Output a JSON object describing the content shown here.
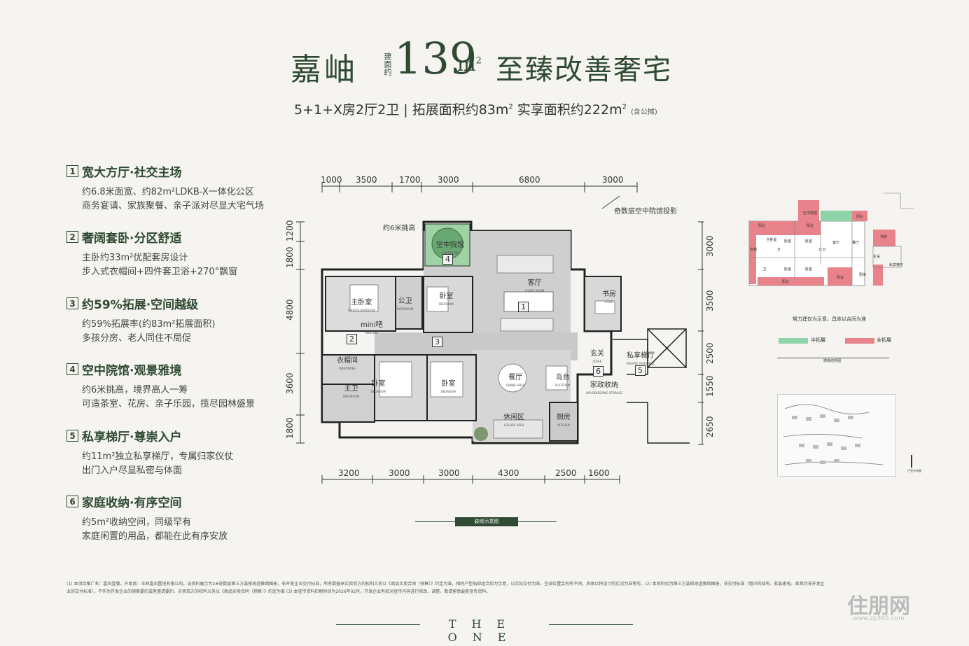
{
  "header": {
    "name": "嘉岫",
    "area_label": "建面约",
    "area_value": "139",
    "area_unit": "m",
    "unit_sup": "2",
    "slogan": "至臻改善奢宅",
    "subtitle_part1": "5+1+X房2厅2卫 | 拓展面积约83m",
    "subtitle_part2": " 实享面积约222m",
    "subtitle_note": "(含公摊)"
  },
  "features": [
    {
      "num": "1",
      "title": "宽大方厅·社交主场",
      "lines": [
        "约6.8米面宽、约82m²LDKB-X一体化公区",
        "商务宴请、家族聚餐、亲子派对尽显大宅气场"
      ]
    },
    {
      "num": "2",
      "title": "奢阔套卧·分区舒适",
      "lines": [
        "主卧约33m²优配套房设计",
        "步入式衣帽间+四件套卫浴+270°飘窗"
      ]
    },
    {
      "num": "3",
      "title": "约59%拓展·空间越级",
      "lines": [
        "约59%拓展率(约83m²拓展面积)",
        "多孩分房、老人同住不局促"
      ]
    },
    {
      "num": "4",
      "title": "空中院馆·观景雅境",
      "lines": [
        "约6米挑高，境界高人一筹",
        "可造茶室、花房、亲子乐园，揽尽园林盛景"
      ]
    },
    {
      "num": "5",
      "title": "私享梯厅·尊崇入户",
      "lines": [
        "约11m²独立私享梯厅，专属归家仪仗",
        "出门入户尽显私密与体面"
      ]
    },
    {
      "num": "6",
      "title": "家庭收纳·有序空间",
      "lines": [
        "约5m²收纳空间，同级罕有",
        "家庭闲置的用品，都能在此有序安放"
      ]
    }
  ],
  "plan": {
    "top_dims": [
      "1000",
      "3500",
      "1700",
      "3000",
      "6800",
      "3000"
    ],
    "bottom_dims": [
      "3200",
      "3000",
      "3000",
      "4300",
      "2500",
      "1600"
    ],
    "left_dims": [
      "1200",
      "1800",
      "4800",
      "3600",
      "1800"
    ],
    "right_dims": [
      "3000",
      "3500",
      "2500",
      "1550",
      "2650"
    ],
    "note_height": "约6米挑高",
    "note_projection": "奇数层空中院馆投影",
    "rooms": [
      {
        "zh": "空中院馆",
        "en": "COURTYARD"
      },
      {
        "zh": "主卧室",
        "en": "MASTER BEDROOM"
      },
      {
        "zh": "公卫",
        "en": "BATHROOM"
      },
      {
        "zh": "卧室",
        "en": "BEDROOM"
      },
      {
        "zh": "客厅",
        "en": "LIVING ROOM"
      },
      {
        "zh": "书房",
        "en": "STUDY"
      },
      {
        "zh": "mini吧",
        "en": "MINI BAR"
      },
      {
        "zh": "衣帽间",
        "en": "WARDROBE"
      },
      {
        "zh": "主卫",
        "en": "BATHROOM"
      },
      {
        "zh": "卧室",
        "en": "BEDROOM"
      },
      {
        "zh": "卧室",
        "en": "BEDROOM"
      },
      {
        "zh": "餐厅",
        "en": "DINING AREA"
      },
      {
        "zh": "岛台",
        "en": "PLATFORM"
      },
      {
        "zh": "玄关",
        "en": "FOYER"
      },
      {
        "zh": "私享梯厅",
        "en": "PRIVATE STAIR HALL"
      },
      {
        "zh": "家政收纳",
        "en": "HOUSEKEEPING STORAGE"
      },
      {
        "zh": "休闲区",
        "en": "LEISURE AREA"
      },
      {
        "zh": "厨房",
        "en": "KITCHEN"
      }
    ],
    "markers": [
      "1",
      "2",
      "3",
      "4",
      "5",
      "6"
    ]
  },
  "keyplan": {
    "rooms": [
      "空中院馆",
      "阳台",
      "主卧室",
      "卧室",
      "卧室",
      "客厅",
      "餐厅",
      "书房",
      "卫",
      "卧室",
      "卧室",
      "厨房",
      "阳台",
      "私享梯厅",
      "衣帽",
      "卫",
      "公卫",
      "玄关",
      "阳台",
      "阳台",
      "阳台"
    ],
    "note": "努力建仅为示意，具体以合同为准",
    "legend_half": "半拓展",
    "legend_full": "全拓展",
    "legend_half_color": "#8fd3a8",
    "legend_full_color": "#e8838c",
    "caption": "楼栋结构图"
  },
  "site_caption": "户型分布图",
  "deco_label": "装修示意图",
  "footer_lines": [
    "(1) 本项目推广名：嘉凤壹號。开发商：玉林嘉凤置地有限公司。该资料展示为2#奇数层第三方装修改造推倒图册，非开发企业交付标准，所有数据来买卖双方的权利义务以《商品买卖合同（预售）》约定为准，相同户型局部组合仅为示意，以实际交付为准，空调位置会有所不同，具体以特设计的实况为准等可。(2) 本资料仅为第三方装修改造推倒图册，非交付标准（墙中的结构、软装家电、家具均非开发企",
    "业的交付标准）。不作为开发企业的销售要约或者邀请要约，买卖双方的权利义务以《商品买卖合同（预售）》约定为准 (3) 本宣传资料印刷时间为2026年02月，开发企业有权对宣传内容进行修改、调整，敬请留意最新宣传资料。"
  ],
  "brand_text": "THE ONE",
  "watermark": {
    "text": "住朋网",
    "url": "www.zp365.com"
  }
}
